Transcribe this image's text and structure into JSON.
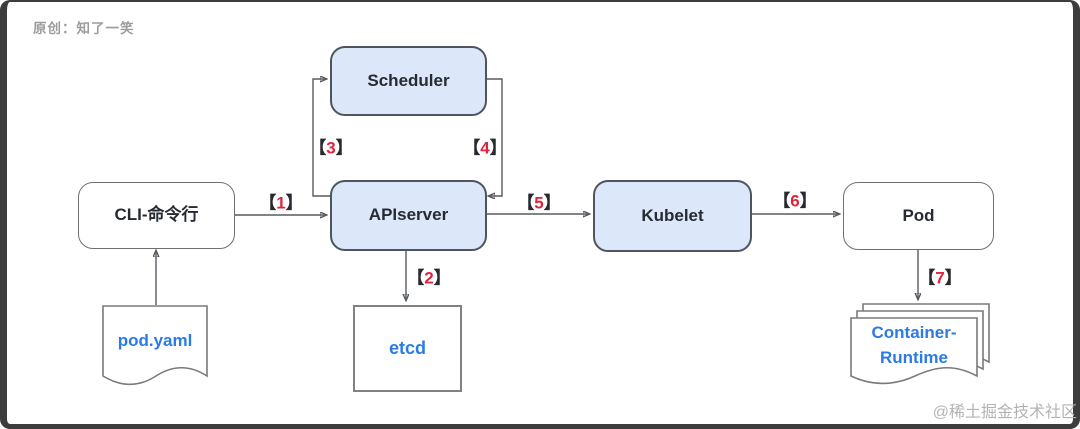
{
  "watermarks": {
    "top_left": "原创：知了一笑",
    "bottom_right": "@稀土掘金技术社区"
  },
  "diagram": {
    "bracket_open": "【",
    "bracket_close": "】",
    "steps": [
      {
        "n": "1",
        "from": "cli",
        "to": "apiserver"
      },
      {
        "n": "2",
        "from": "apiserver",
        "to": "etcd"
      },
      {
        "n": "3",
        "from": "apiserver",
        "to": "scheduler"
      },
      {
        "n": "4",
        "from": "scheduler",
        "to": "apiserver"
      },
      {
        "n": "5",
        "from": "apiserver",
        "to": "kubelet"
      },
      {
        "n": "6",
        "from": "kubelet",
        "to": "pod"
      },
      {
        "n": "7",
        "from": "pod",
        "to": "container_runtime"
      }
    ],
    "nodes": {
      "cli": {
        "label": "CLI-命令行"
      },
      "scheduler": {
        "label": "Scheduler"
      },
      "apiserver": {
        "label": "APIserver"
      },
      "kubelet": {
        "label": "Kubelet"
      },
      "pod": {
        "label": "Pod"
      },
      "etcd": {
        "label": "etcd"
      },
      "pod_yaml": {
        "label": "pod.yaml"
      },
      "container_runtime": {
        "label_line1": "Container-",
        "label_line2": "Runtime"
      }
    },
    "colors": {
      "node_fill_blue": "#dce7f9",
      "node_border_blue": "#4e555e",
      "node_fill_white": "#ffffff",
      "node_border_gray": "#6f6f6f",
      "arrow_gray": "#565b61",
      "step_number_red": "#e0243f",
      "step_bracket_dark": "#26292e",
      "doc_text_blue": "#2b7be4",
      "watermark_gray": "#9c9c9c",
      "frame_dark": "#3d3d3d"
    }
  }
}
